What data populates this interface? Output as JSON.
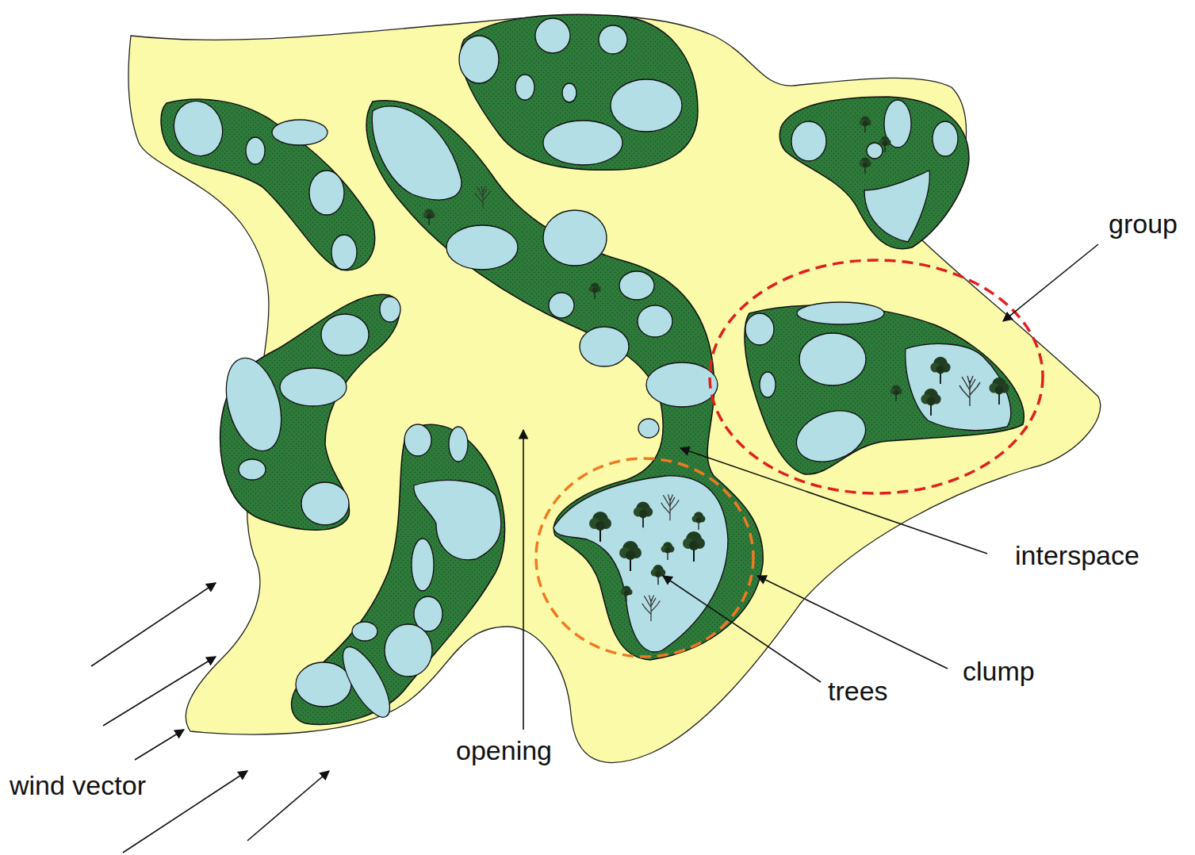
{
  "diagram": {
    "labels": [
      "group",
      "interspace",
      "clump",
      "trees",
      "opening",
      "wind vector"
    ]
  }
}
